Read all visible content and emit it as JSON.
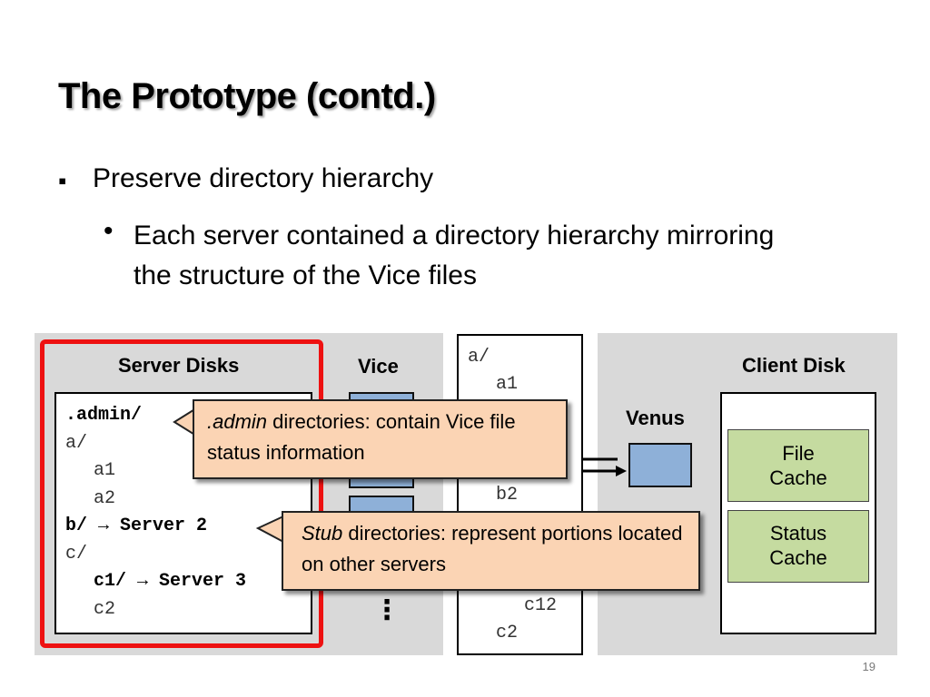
{
  "slide": {
    "title": "The Prototype (contd.)",
    "bullet1": "Preserve directory hierarchy",
    "bullet2": "Each server contained a directory hierarchy mirroring the structure of the Vice files",
    "page_number": "19"
  },
  "diagram": {
    "server_disks_label": "Server Disks",
    "vice_label": "Vice",
    "venus_label": "Venus",
    "client_disk_label": "Client Disk",
    "vice_ellipsis": "⋮",
    "server_listing": [
      {
        "indent": 0,
        "text": ".admin/",
        "bold": true
      },
      {
        "indent": 0,
        "text": "a/",
        "bold": false
      },
      {
        "indent": 1,
        "text": "a1",
        "bold": false
      },
      {
        "indent": 1,
        "text": "a2",
        "bold": false
      },
      {
        "indent": 0,
        "text": "b/ → Server 2",
        "bold": true
      },
      {
        "indent": 0,
        "text": "c/",
        "bold": false
      },
      {
        "indent": 1,
        "text": "c1/ → Server 3",
        "bold": true
      },
      {
        "indent": 1,
        "text": "c2",
        "bold": false
      }
    ],
    "vice_tree": {
      "a": "a/",
      "a1": "a1",
      "b2": "b2",
      "c12": "c12",
      "c2": "c2"
    },
    "file_cache": "File Cache",
    "status_cache": "Status Cache",
    "callout_admin": {
      "em": ".admin",
      "rest": " directories: contain Vice file status information"
    },
    "callout_stub": {
      "em": "Stub",
      "rest": " directories: represent portions located on other servers"
    },
    "colors": {
      "panel": "#d9d9d9",
      "highlight": "#ee1111",
      "vice_block": "#8eb0d8",
      "cache": "#c5dba0",
      "callout": "#fbd4b4"
    }
  }
}
